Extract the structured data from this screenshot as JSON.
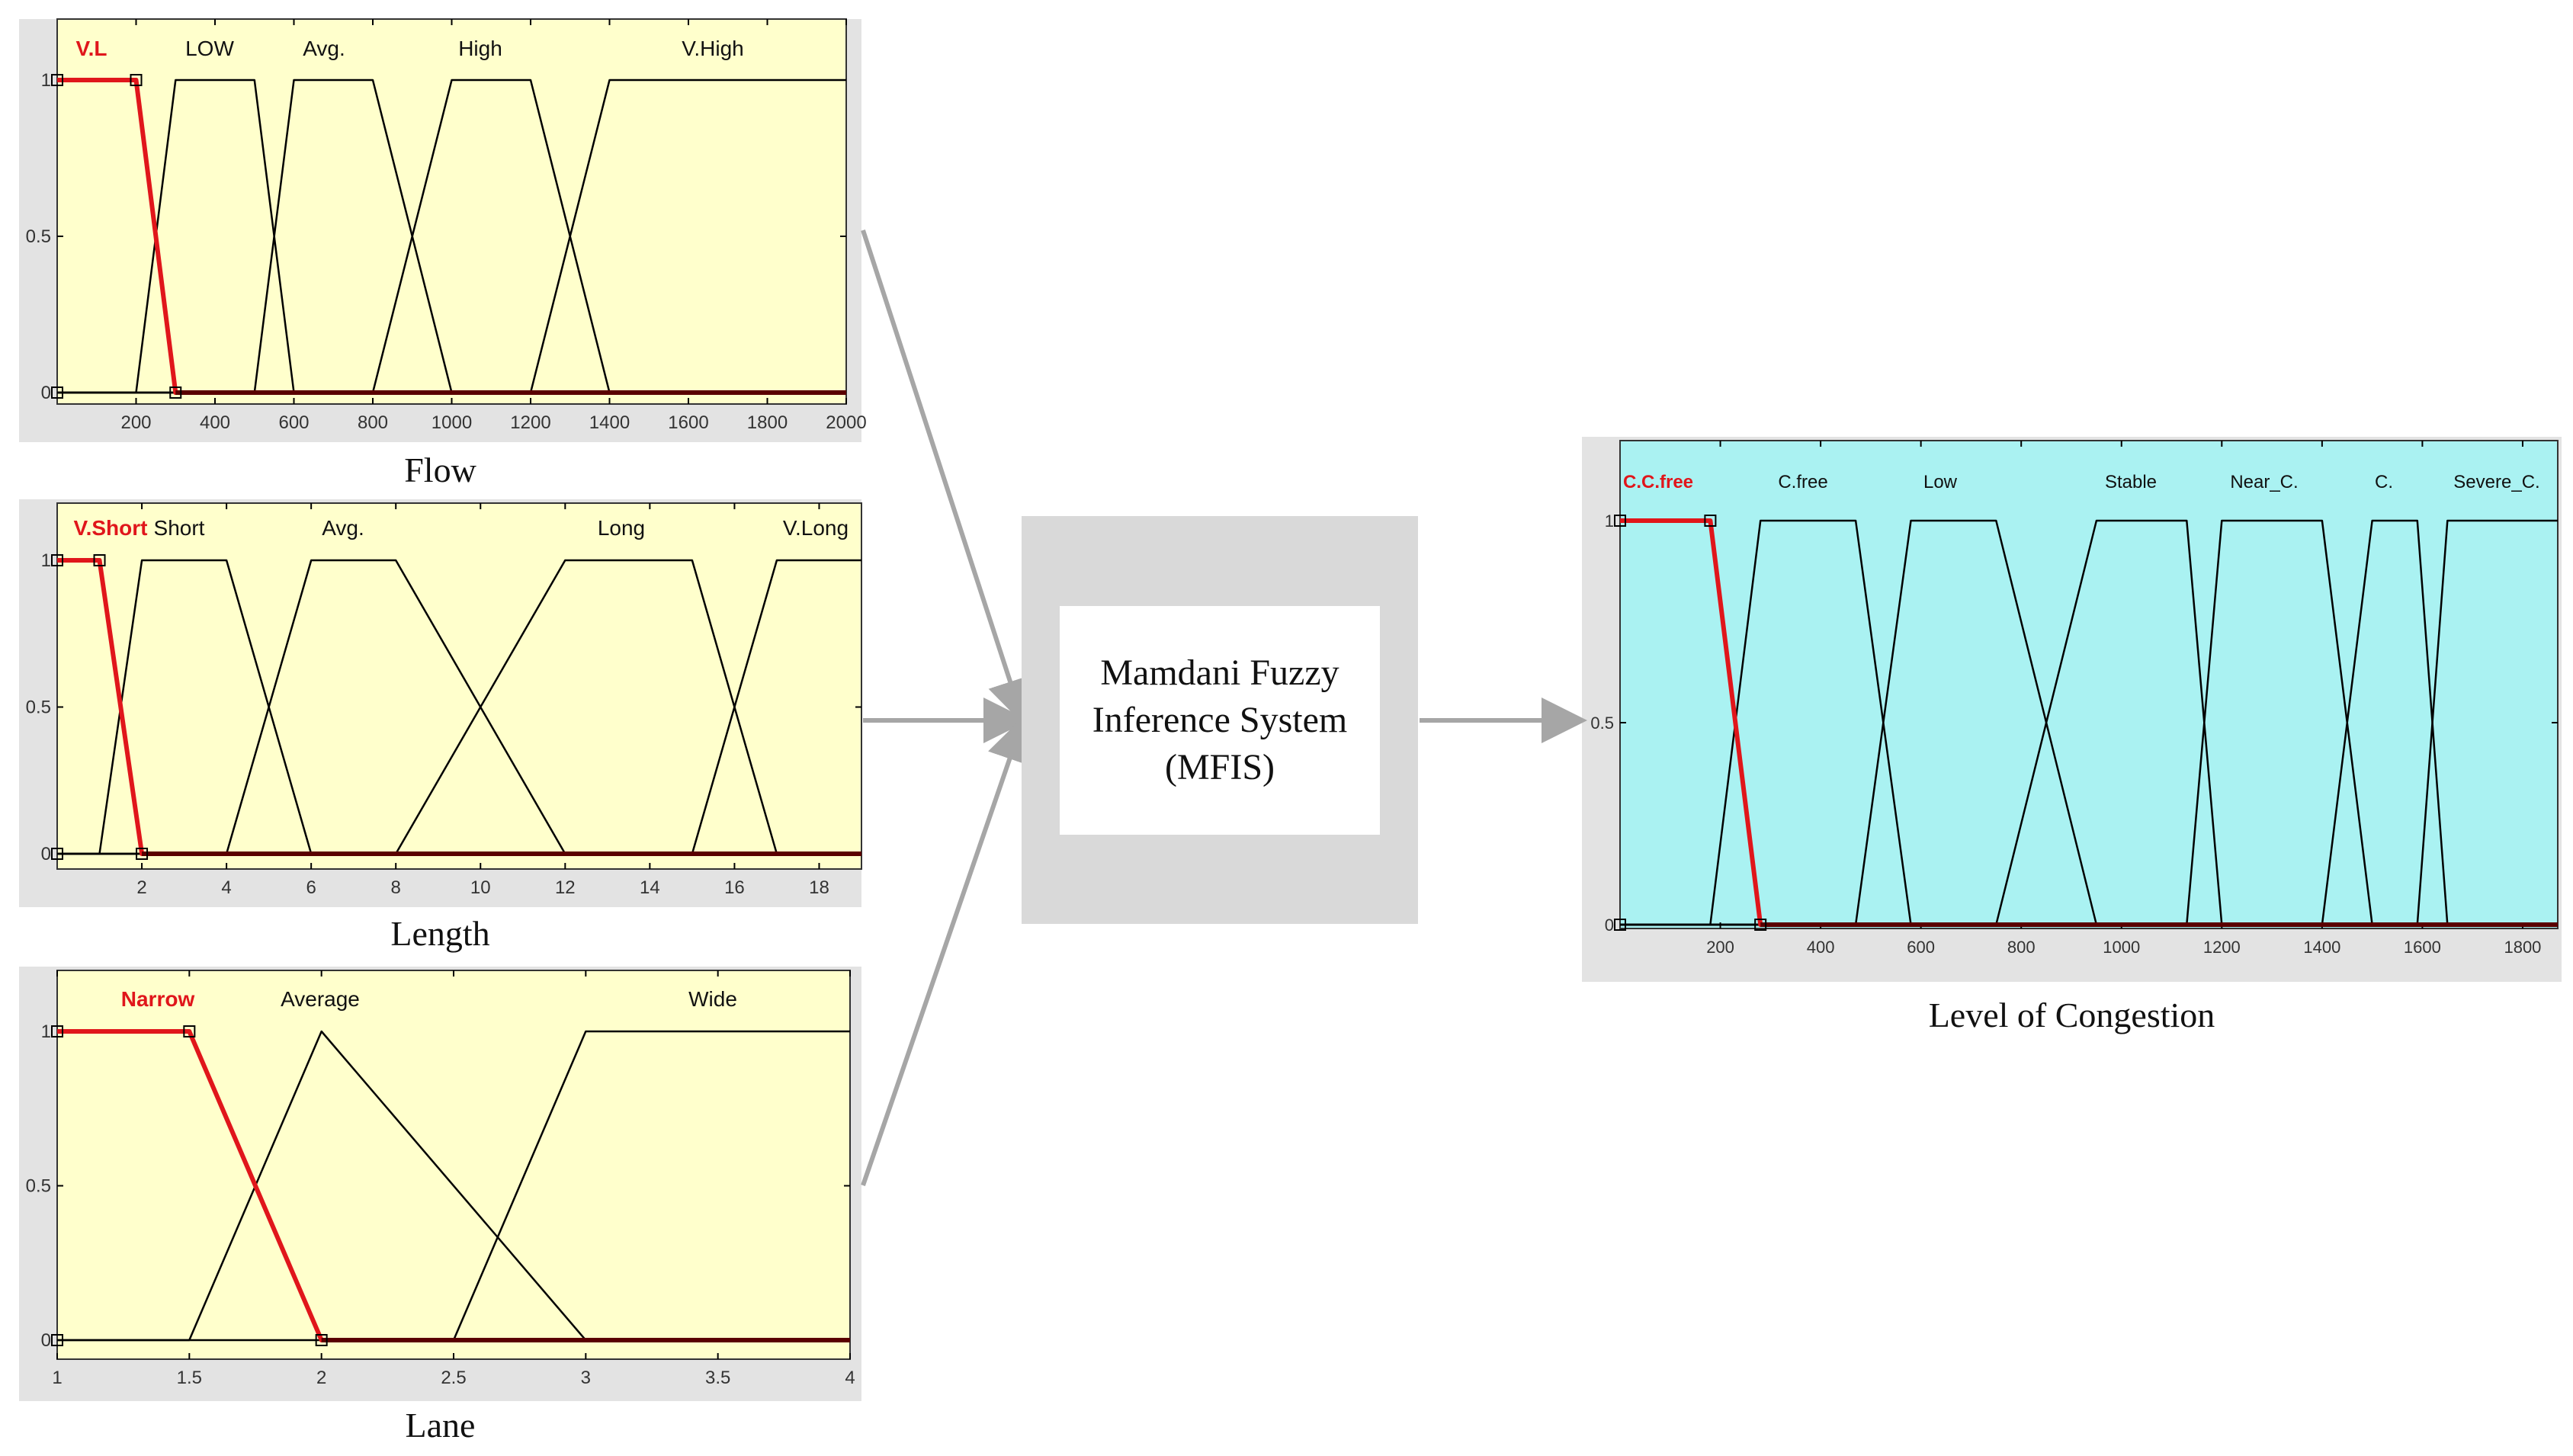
{
  "colors": {
    "input_bg": "#ffffcc",
    "output_bg": "#aaf2f2",
    "frame": "#e3e3e3",
    "mf_line": "#000000",
    "highlight": "#e0161b",
    "arrow": "#a6a6a6",
    "mfis_box": "#d9d9d9"
  },
  "mfis": {
    "line1": "Mamdani Fuzzy",
    "line2": "Inference System",
    "line3": "(MFIS)"
  },
  "chart_data": [
    {
      "type": "line",
      "caption": "Flow",
      "xlim": [
        0,
        2000
      ],
      "ylim": [
        0,
        1
      ],
      "xticks": [
        200,
        400,
        600,
        800,
        1000,
        1200,
        1400,
        1600,
        1800,
        2000
      ],
      "yticks": [
        0,
        0.5,
        1
      ],
      "series": [
        {
          "name": "V.L",
          "highlight": true,
          "x": [
            0,
            200,
            300,
            2000
          ],
          "y": [
            1,
            1,
            0,
            0
          ]
        },
        {
          "name": "LOW",
          "x": [
            0,
            200,
            300,
            500,
            600,
            2000
          ],
          "y": [
            0,
            0,
            1,
            1,
            0,
            0
          ]
        },
        {
          "name": "Avg.",
          "x": [
            0,
            500,
            600,
            800,
            1000,
            2000
          ],
          "y": [
            0,
            0,
            1,
            1,
            0,
            0
          ]
        },
        {
          "name": "High",
          "x": [
            0,
            800,
            1000,
            1200,
            1400,
            2000
          ],
          "y": [
            0,
            0,
            1,
            1,
            0,
            0
          ]
        },
        {
          "name": "V.High",
          "x": [
            0,
            1200,
            1400,
            2000
          ],
          "y": [
            0,
            0,
            1,
            1
          ]
        }
      ]
    },
    {
      "type": "line",
      "caption": "Length",
      "xlim": [
        0,
        19
      ],
      "ylim": [
        0,
        1
      ],
      "xticks": [
        2,
        4,
        6,
        8,
        10,
        12,
        14,
        16,
        18
      ],
      "yticks": [
        0,
        0.5,
        1
      ],
      "series": [
        {
          "name": "V.Short",
          "highlight": true,
          "x": [
            0,
            1,
            2,
            19
          ],
          "y": [
            1,
            1,
            0,
            0
          ]
        },
        {
          "name": "Short",
          "x": [
            0,
            1,
            2,
            4,
            6,
            19
          ],
          "y": [
            0,
            0,
            1,
            1,
            0,
            0
          ]
        },
        {
          "name": "Avg.",
          "x": [
            0,
            4,
            6,
            8,
            12,
            19
          ],
          "y": [
            0,
            0,
            1,
            1,
            0,
            0
          ]
        },
        {
          "name": "Long",
          "x": [
            0,
            8,
            12,
            15,
            17,
            19
          ],
          "y": [
            0,
            0,
            1,
            1,
            0,
            0
          ]
        },
        {
          "name": "V.Long",
          "x": [
            0,
            15,
            17,
            19
          ],
          "y": [
            0,
            0,
            1,
            1
          ]
        }
      ]
    },
    {
      "type": "line",
      "caption": "Lane",
      "xlim": [
        1,
        4
      ],
      "ylim": [
        0,
        1
      ],
      "xticks": [
        1,
        1.5,
        2,
        2.5,
        3,
        3.5,
        4
      ],
      "yticks": [
        0,
        0.5,
        1
      ],
      "series": [
        {
          "name": "Narrow",
          "highlight": true,
          "x": [
            1,
            1.5,
            2,
            4
          ],
          "y": [
            1,
            1,
            0,
            0
          ]
        },
        {
          "name": "Average",
          "x": [
            1,
            1.5,
            2,
            3,
            4
          ],
          "y": [
            0,
            0,
            1,
            0,
            0
          ]
        },
        {
          "name": "Wide",
          "x": [
            1,
            2.5,
            3,
            4
          ],
          "y": [
            0,
            0,
            1,
            1
          ]
        }
      ]
    },
    {
      "type": "line",
      "caption": "Level of Congestion",
      "xlim": [
        0,
        1870
      ],
      "ylim": [
        0,
        1
      ],
      "xticks": [
        200,
        400,
        600,
        800,
        1000,
        1200,
        1400,
        1600,
        1800
      ],
      "yticks": [
        0,
        0.5,
        1
      ],
      "series": [
        {
          "name": "C.C.free",
          "highlight": true,
          "x": [
            0,
            180,
            280,
            1870
          ],
          "y": [
            1,
            1,
            0,
            0
          ]
        },
        {
          "name": "C.free",
          "x": [
            0,
            180,
            280,
            470,
            580,
            1870
          ],
          "y": [
            0,
            0,
            1,
            1,
            0,
            0
          ]
        },
        {
          "name": "Low",
          "x": [
            0,
            470,
            580,
            750,
            950,
            1870
          ],
          "y": [
            0,
            0,
            1,
            1,
            0,
            0
          ]
        },
        {
          "name": "Stable",
          "x": [
            0,
            750,
            950,
            1130,
            1200,
            1870
          ],
          "y": [
            0,
            0,
            1,
            1,
            0,
            0
          ]
        },
        {
          "name": "Near_C.",
          "x": [
            0,
            1130,
            1200,
            1400,
            1500,
            1870
          ],
          "y": [
            0,
            0,
            1,
            1,
            0,
            0
          ]
        },
        {
          "name": "C.",
          "x": [
            0,
            1400,
            1500,
            1590,
            1650,
            1870
          ],
          "y": [
            0,
            0,
            1,
            1,
            0,
            0
          ]
        },
        {
          "name": "Severe_C.",
          "x": [
            0,
            1590,
            1650,
            1870
          ],
          "y": [
            0,
            0,
            1,
            1
          ]
        }
      ]
    }
  ]
}
